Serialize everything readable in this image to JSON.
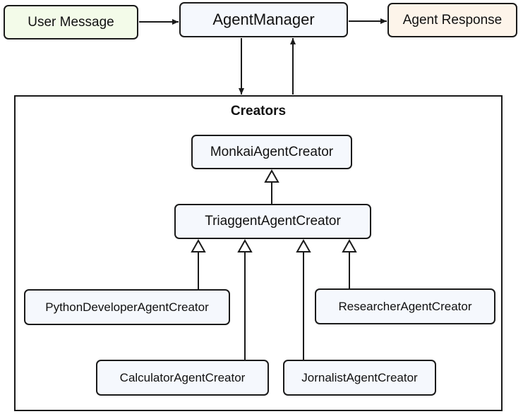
{
  "diagram": {
    "flow": {
      "user_message": "User Message",
      "agent_manager": "AgentManager",
      "agent_response": "Agent Response"
    },
    "creators_group": {
      "title": "Creators",
      "base": "MonkaiAgentCreator",
      "triage": "TriaggentAgentCreator",
      "children": {
        "python_developer": "PythonDeveloperAgentCreator",
        "researcher": "ResearcherAgentCreator",
        "calculator": "CalculatorAgentCreator",
        "jornalist": "JornalistAgentCreator"
      }
    },
    "colors": {
      "stroke": "#1a1a1a",
      "user_fill": "#f3fbe9",
      "manager_fill": "#f5f8fd",
      "response_fill": "#fdf4ea",
      "creator_fill": "#f5f8fd"
    }
  }
}
